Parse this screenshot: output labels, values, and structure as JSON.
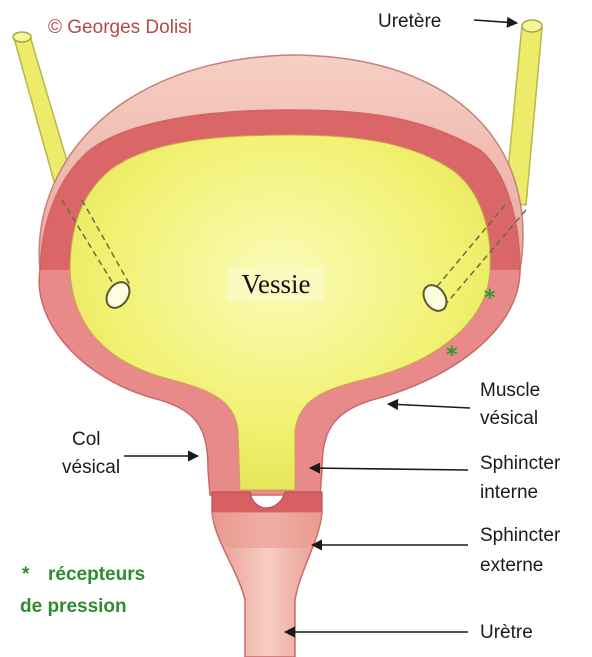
{
  "copyright": "© Georges Dolisi",
  "organ_title": "Vessie",
  "labels": {
    "uretere": "Uretère",
    "muscle_l1": "Muscle",
    "muscle_l2": "vésical",
    "col_l1": "Col",
    "col_l2": "vésical",
    "sph_int_l1": "Sphincter",
    "sph_int_l2": "interne",
    "sph_ext_l1": "Sphincter",
    "sph_ext_l2": "externe",
    "uretre": "Urètre"
  },
  "legend": {
    "star": "*",
    "line1": "récepteurs",
    "line2": "de pression"
  },
  "receptor_marks": [
    "*",
    "*"
  ],
  "colors": {
    "wall": "#e88a8a",
    "wall_dark": "#d85f62",
    "outer_pink": "#f2bdb3",
    "urine": "#f3f37a",
    "ureter": "#ecec6a",
    "legend_green": "#2e8b2e",
    "copyright_red": "#b44a4a"
  }
}
